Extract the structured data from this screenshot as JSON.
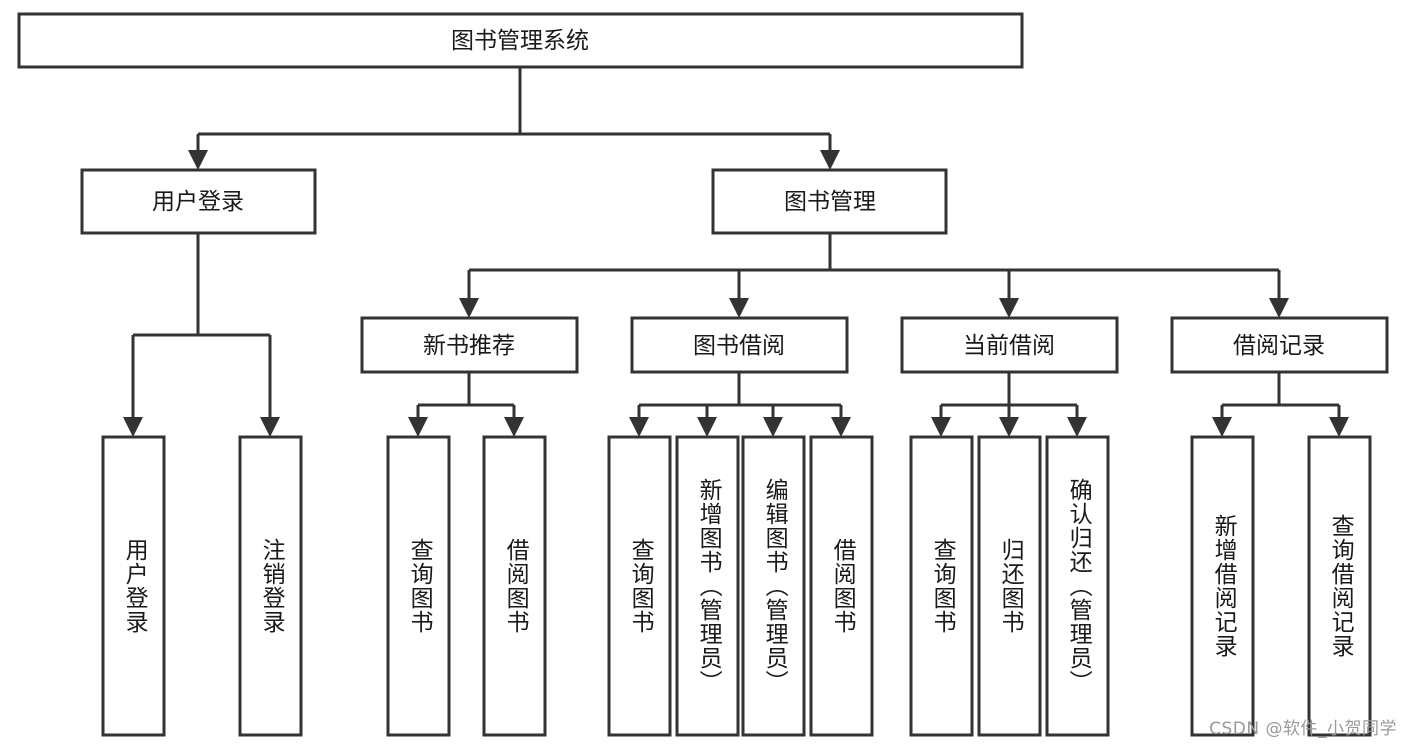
{
  "diagram": {
    "type": "tree-hierarchy",
    "title": "图书管理系统",
    "orientation": "top-down",
    "watermark": "CSDN @软件_小贺同学",
    "colors": {
      "stroke": "#333333",
      "box_fill": "#ffffff",
      "text": "#1a1a1a",
      "background": "#ffffff",
      "watermark": "#9a9a9a"
    },
    "root": {
      "label": "图书管理系统"
    },
    "level2": [
      {
        "label": "用户登录"
      },
      {
        "label": "图书管理"
      }
    ],
    "level3": [
      {
        "label": "新书推荐"
      },
      {
        "label": "图书借阅"
      },
      {
        "label": "当前借阅"
      },
      {
        "label": "借阅记录"
      }
    ],
    "leaves": {
      "user_login": [
        {
          "label": "用户登录"
        },
        {
          "label": "注销登录"
        }
      ],
      "new_book_recommend": [
        {
          "label": "查询图书"
        },
        {
          "label": "借阅图书"
        }
      ],
      "book_borrow": [
        {
          "label": "查询图书"
        },
        {
          "label": "新增图书（管理员）"
        },
        {
          "label": "编辑图书（管理员）"
        },
        {
          "label": "借阅图书"
        }
      ],
      "current_borrow": [
        {
          "label": "查询图书"
        },
        {
          "label": "归还图书"
        },
        {
          "label": "确认归还（管理员）"
        }
      ],
      "borrow_record": [
        {
          "label": "新增借阅记录"
        },
        {
          "label": "查询借阅记录"
        }
      ]
    }
  }
}
